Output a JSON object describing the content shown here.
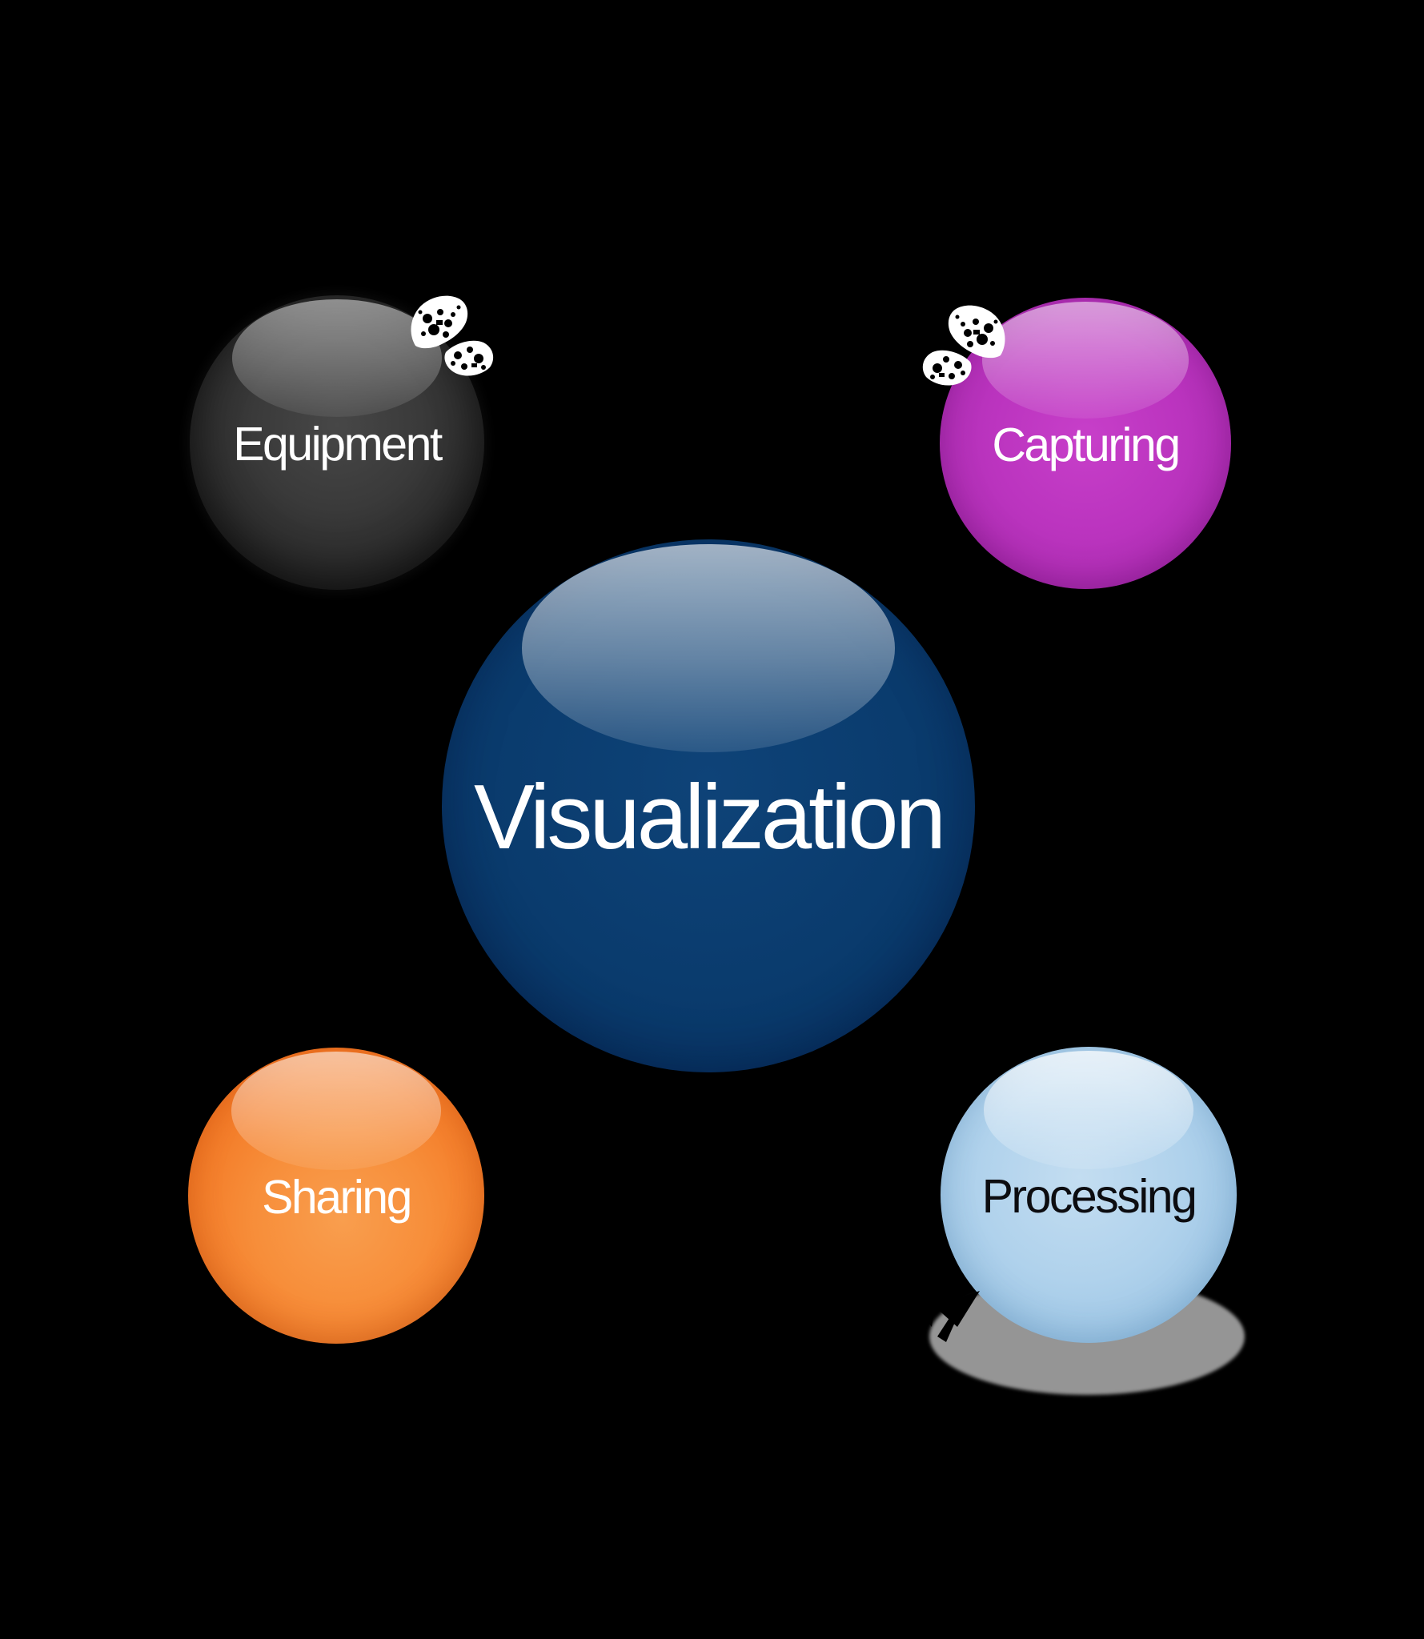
{
  "page": {
    "background_color": "#000000"
  },
  "diagram": {
    "type": "bubble-diagram",
    "center": {
      "label": "Visualization",
      "color": "#0a3b6d",
      "text_color": "#ffffff"
    },
    "satellites": [
      {
        "label": "Equipment",
        "color": "#3a3a3a",
        "text_color": "#ffffff",
        "position": "top-left"
      },
      {
        "label": "Capturing",
        "color": "#bb34bf",
        "text_color": "#ffffff",
        "position": "top-right"
      },
      {
        "label": "Sharing",
        "color": "#f1701d",
        "text_color": "#ffffff",
        "position": "bottom-left"
      },
      {
        "label": "Processing",
        "color": "#b0d2ec",
        "text_color": "#0c0c10",
        "position": "bottom-right"
      }
    ],
    "decorations": {
      "processing_shadow_color": "#959595",
      "cursor_icon": "arrow-cursor-icon",
      "glitch_artifacts": "white-speckled-wedges"
    }
  }
}
